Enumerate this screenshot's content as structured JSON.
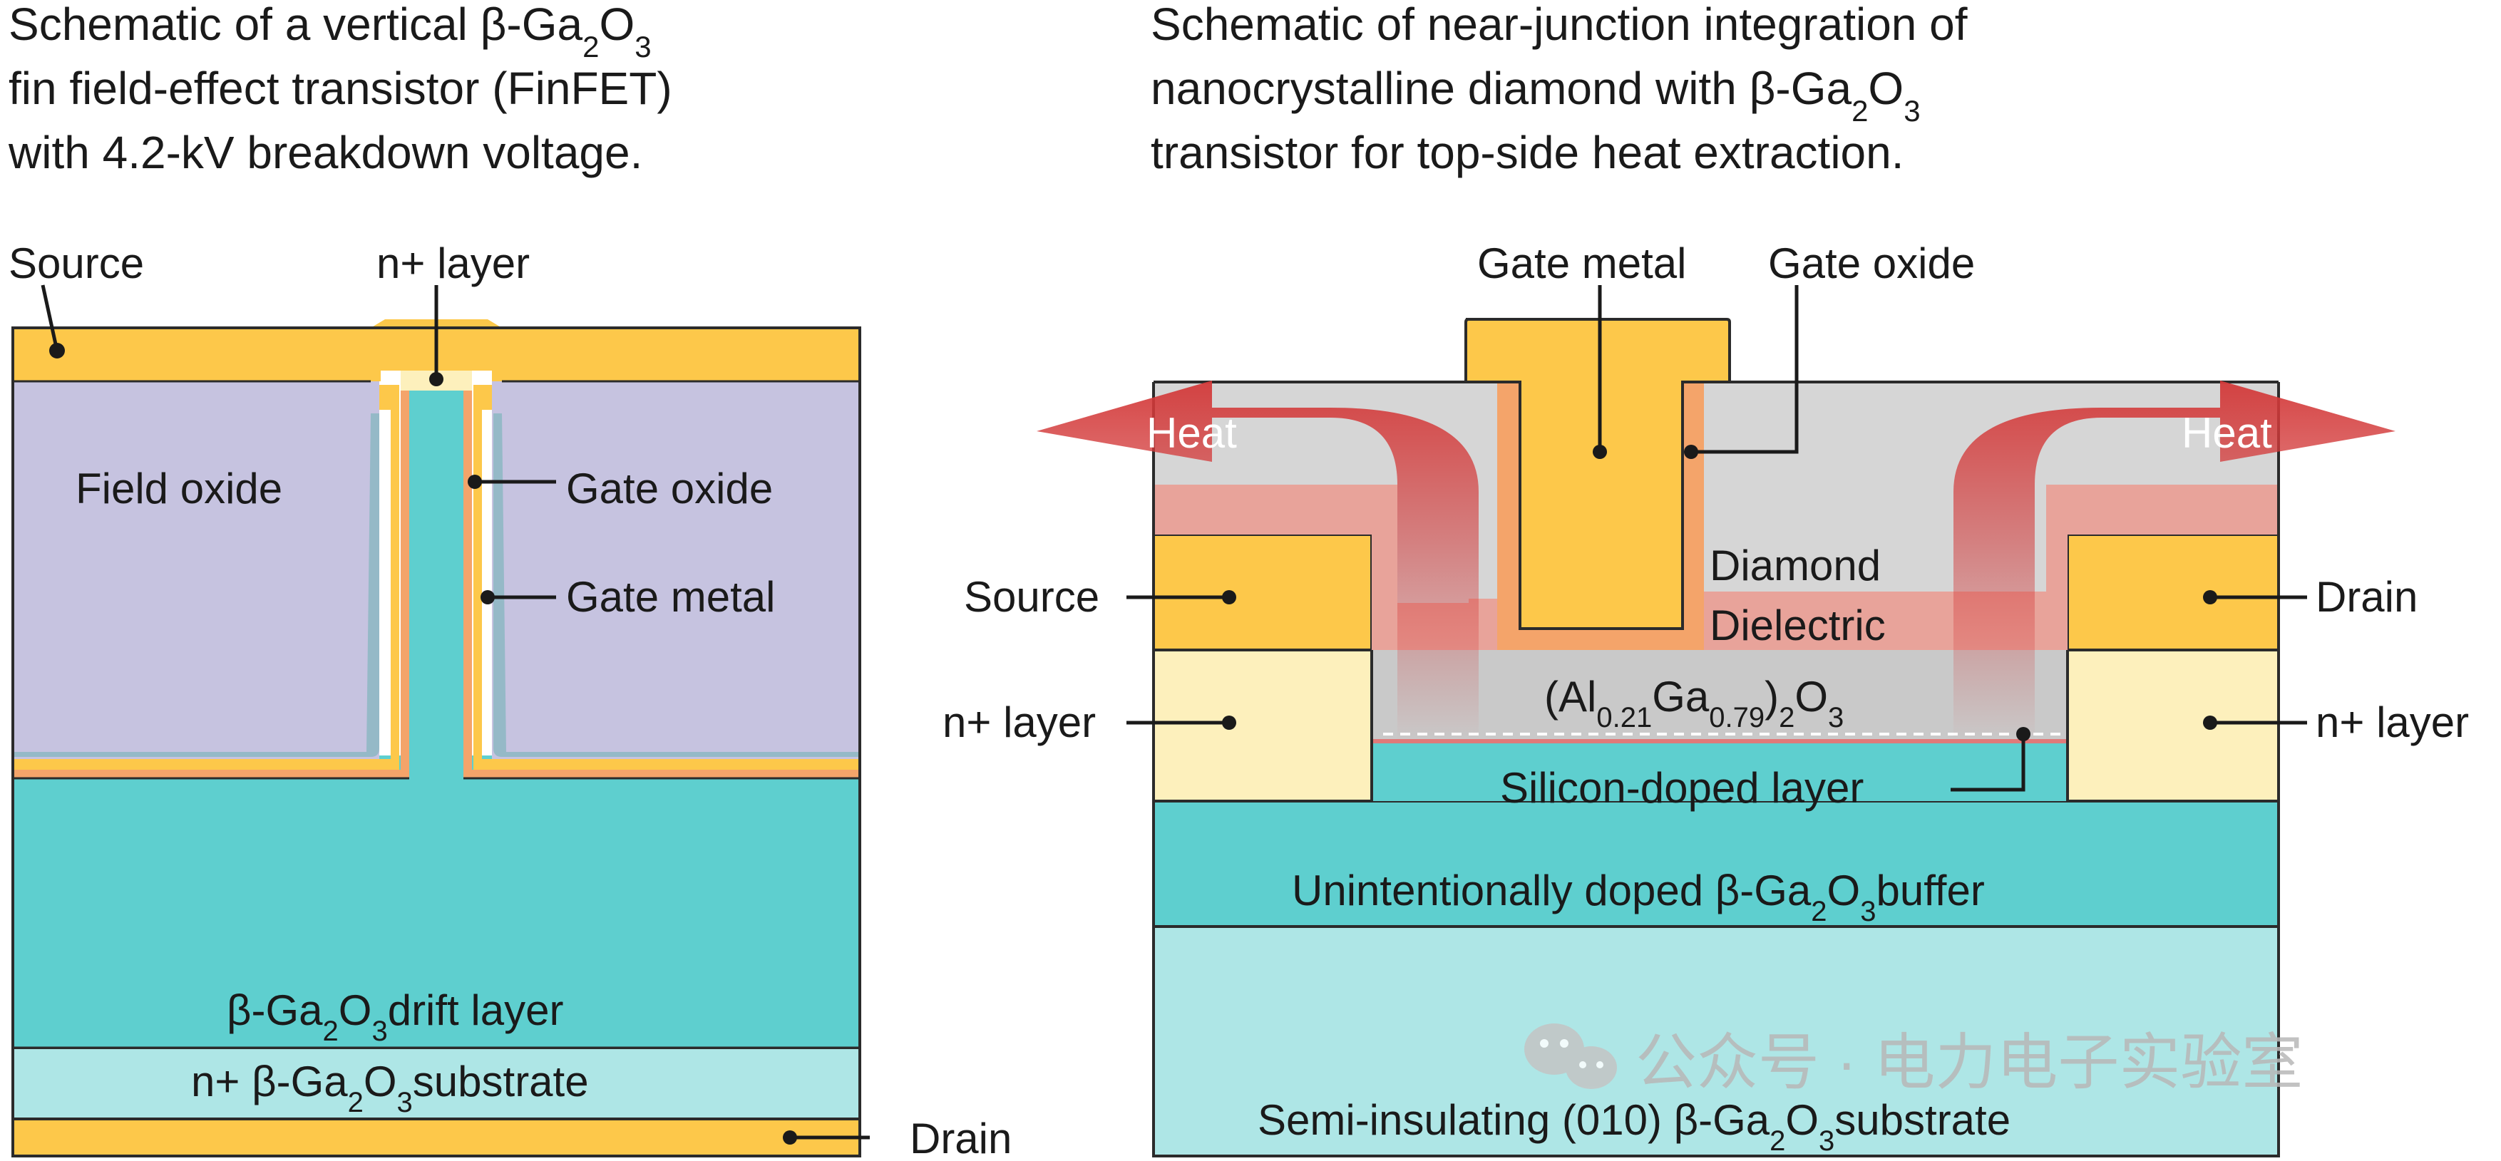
{
  "left_panel": {
    "title_line1_prefix": "Schematic of a vertical β-Ga",
    "title_line1_sub1": "2",
    "title_line1_mid": "O",
    "title_line1_sub2": "3",
    "title_line2": "fin field-effect transistor (FinFET)",
    "title_line3": "with 4.2-kV breakdown voltage.",
    "labels": {
      "source": "Source",
      "n_plus_layer": "n+ layer",
      "field_oxide": "Field oxide",
      "gate_oxide": "Gate oxide",
      "gate_metal": "Gate metal",
      "drift_prefix": "β-Ga",
      "drift_sub1": "2",
      "drift_mid": "O",
      "drift_sub2": "3",
      "drift_suffix": "drift layer",
      "substrate_prefix": "n+ β-Ga",
      "substrate_sub1": "2",
      "substrate_mid": "O",
      "substrate_sub2": "3",
      "substrate_suffix": "substrate",
      "drain": "Drain"
    }
  },
  "right_panel": {
    "title_line1": "Schematic of near-junction integration of",
    "title_line2_prefix": "nanocrystalline diamond with β-Ga",
    "title_line2_sub1": "2",
    "title_line2_mid": "O",
    "title_line2_sub2": "3",
    "title_line3": "transistor for top-side heat extraction.",
    "labels": {
      "gate_metal": "Gate metal",
      "gate_oxide": "Gate oxide",
      "heat_left": "Heat",
      "heat_right": "Heat",
      "source": "Source",
      "drain": "Drain",
      "diamond": "Diamond",
      "dielectric": "Dielectric",
      "n_plus_left": "n+ layer",
      "n_plus_right": "n+ layer",
      "algao_prefix": "(Al",
      "algao_sub1": "0.21",
      "algao_mid": "Ga",
      "algao_sub2": "0.79",
      "algao_mid2": ")",
      "algao_sub3": "2",
      "algao_mid3": "O",
      "algao_sub4": "3",
      "si_doped": "Silicon-doped layer",
      "buffer_prefix": "Unintentionally doped β-Ga",
      "buffer_sub1": "2",
      "buffer_mid": "O",
      "buffer_sub2": "3",
      "buffer_suffix": "buffer",
      "semi_prefix": "Semi-insulating (010) β-Ga",
      "semi_sub1": "2",
      "semi_mid": "O",
      "semi_sub2": "3",
      "semi_suffix": "substrate"
    }
  },
  "watermark": {
    "text": "公众号 · 电力电子实验室",
    "icon": "wechat-icon"
  },
  "colors": {
    "metal": "#fdc84a",
    "field_oxide": "#c6c3e0",
    "teal": "#5ecfcf",
    "teal_light": "#aee6e6",
    "gate_oxide": "#f4a46a",
    "n_plus": "#fdf0bc",
    "grey": "#d6d6d6",
    "dielectric": "#e8a39a",
    "heat": "#d33a3a"
  }
}
